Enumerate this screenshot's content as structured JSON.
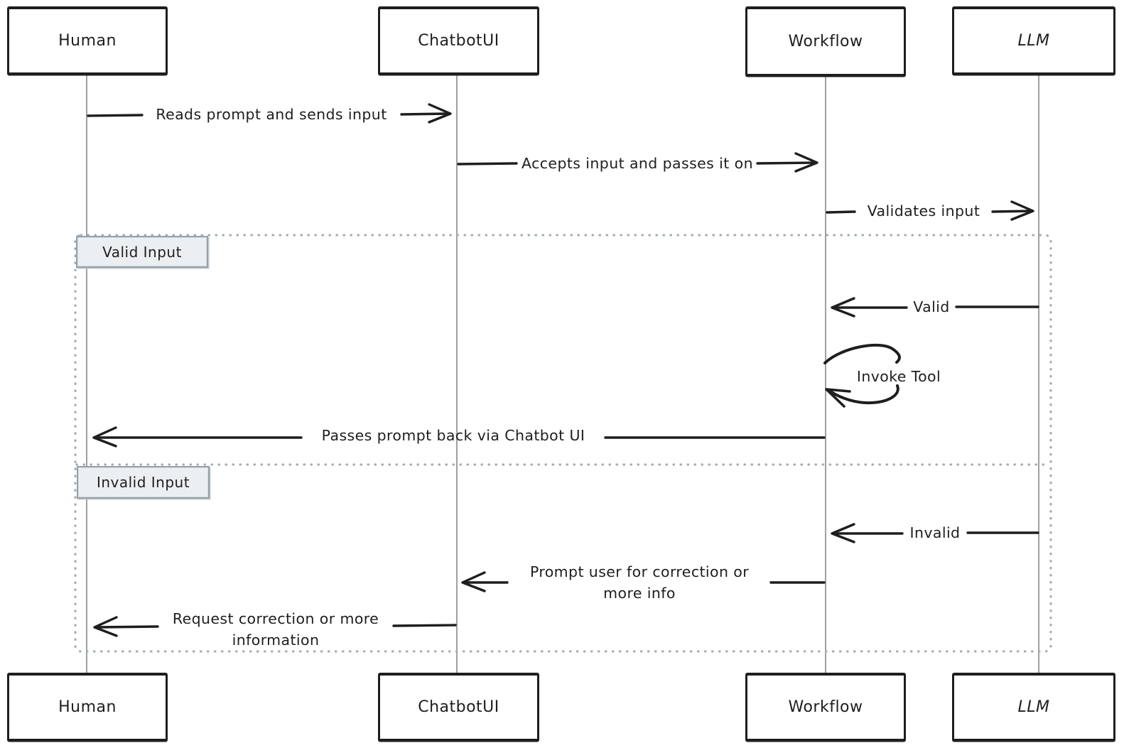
{
  "diagram": {
    "type": "sequence-diagram",
    "actors": [
      {
        "id": "human",
        "label": "Human"
      },
      {
        "id": "chatbotui",
        "label": "ChatbotUI"
      },
      {
        "id": "workflow",
        "label": "Workflow"
      },
      {
        "id": "llm",
        "label": "LLM"
      }
    ],
    "messages": [
      {
        "from": "Human",
        "to": "ChatbotUI",
        "label": "Reads prompt and sends input"
      },
      {
        "from": "ChatbotUI",
        "to": "Workflow",
        "label": "Accepts input and passes it on"
      },
      {
        "from": "Workflow",
        "to": "LLM",
        "label": "Validates input"
      },
      {
        "from": "LLM",
        "to": "Workflow",
        "label": "Valid"
      },
      {
        "from": "Workflow",
        "to": "Workflow",
        "label": "Invoke Tool"
      },
      {
        "from": "Workflow",
        "to": "Human",
        "label": "Passes prompt back via Chatbot UI"
      },
      {
        "from": "LLM",
        "to": "Workflow",
        "label": "Invalid"
      },
      {
        "from": "Workflow",
        "to": "ChatbotUI",
        "label": "Prompt user for correction or more info"
      },
      {
        "from": "ChatbotUI",
        "to": "Human",
        "label": "Request correction or more information"
      }
    ],
    "sections": [
      {
        "label": "Valid Input"
      },
      {
        "label": "Invalid Input"
      }
    ],
    "colors": {
      "stroke": "#1e1e1e",
      "lifeline": "#909090",
      "frame_border": "#a5aeb5",
      "section_label_bg": "#eceff1",
      "section_label_border": "#97a1a8",
      "background": "#ffffff"
    }
  }
}
